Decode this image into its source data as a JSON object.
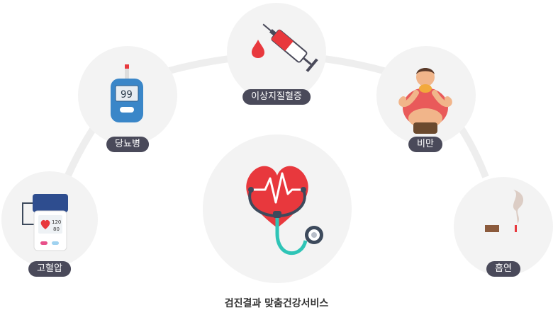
{
  "caption": "검진결과 맞춤건강서비스",
  "nodes": {
    "hypertension": {
      "label": "고혈압",
      "reading_sys": "120",
      "reading_dia": "80"
    },
    "diabetes": {
      "label": "당뇨병",
      "reading": "99"
    },
    "dyslipidemia": {
      "label": "이상지질혈증"
    },
    "obesity": {
      "label": "비만"
    },
    "smoking": {
      "label": "흡연"
    }
  },
  "icons": {
    "hypertension": "blood-pressure-monitor-icon",
    "diabetes": "glucose-meter-icon",
    "dyslipidemia": "syringe-blood-drop-icon",
    "obesity": "overweight-person-icon",
    "smoking": "cigarette-icon",
    "center": "heart-stethoscope-icon"
  },
  "colors": {
    "pill_bg": "#4a4a5a",
    "circle_bg": "#f3f3f3",
    "heart": "#e8383d",
    "stethoscope": "#2ec4b6"
  }
}
